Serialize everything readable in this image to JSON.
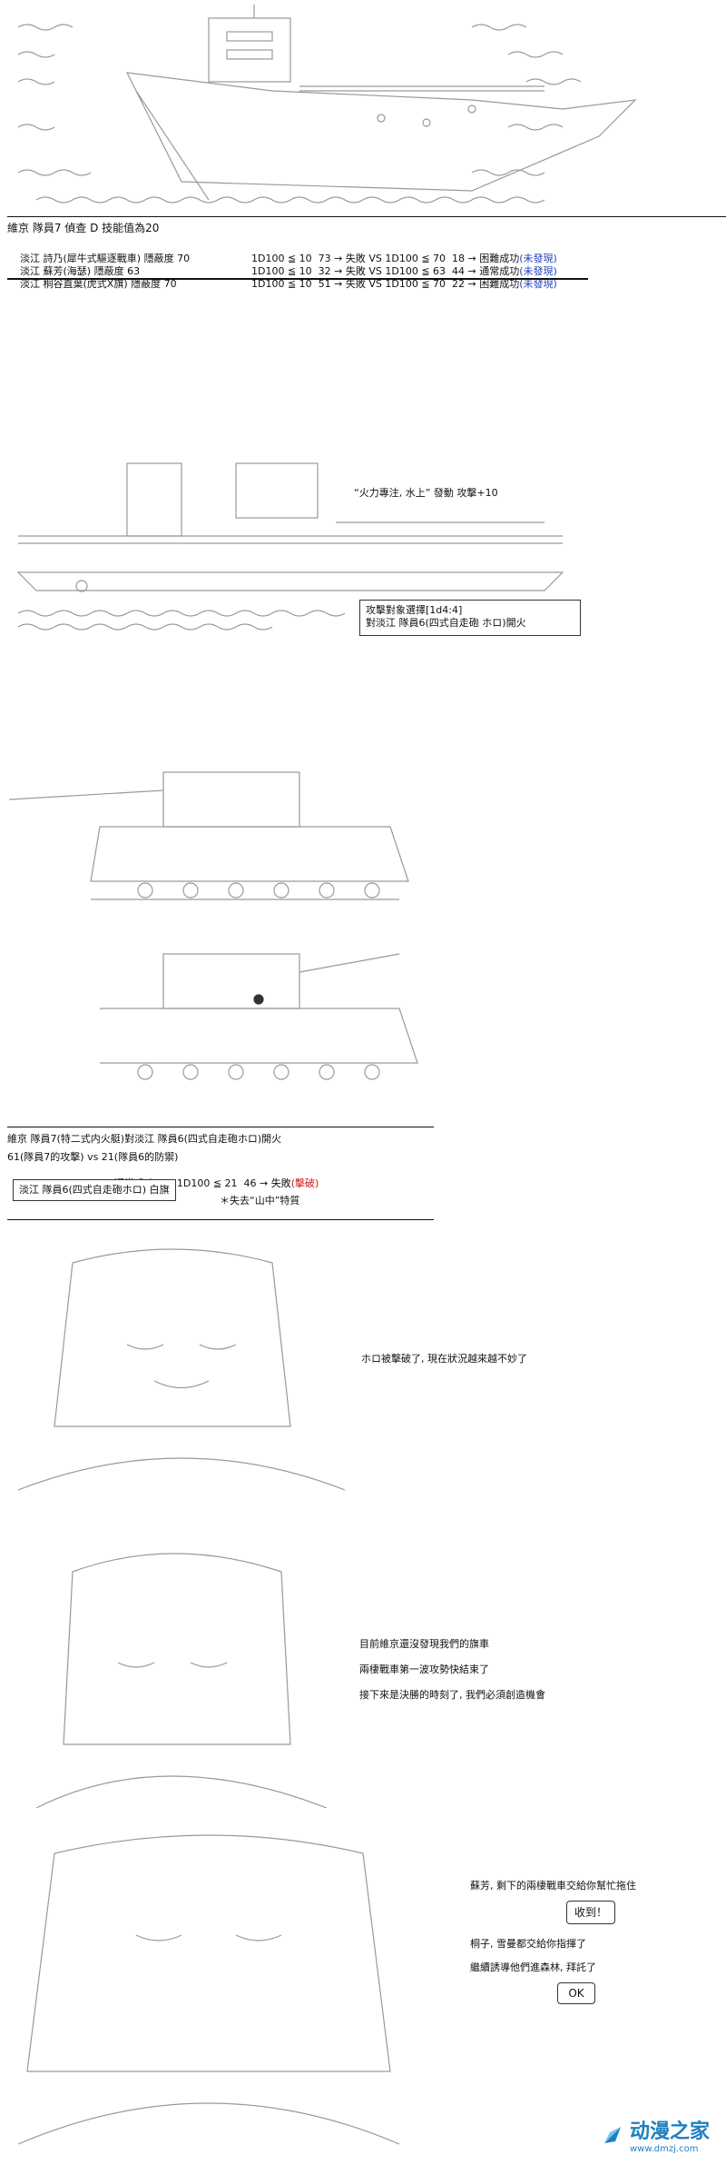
{
  "panel1": {
    "heading": "維京 隊員7 偵查 D 技能值為20",
    "rows": [
      {
        "name": "淡江 詩乃(犀牛式驅逐戰車) 隱蔽度 70",
        "roll": "1D100 ≦ 10  73 → 失敗 VS 1D100 ≦ 70  18 → 困難成功",
        "status": "(未發現)"
      },
      {
        "name": "淡江 蘇芳(海瑟) 隱蔽度 63",
        "roll": "1D100 ≦ 10  32 → 失敗 VS 1D100 ≦ 63  44 → 通常成功",
        "status": "(未發現)"
      },
      {
        "name": "淡江 桐谷直葉(虎式X旗) 隱蔽度 70",
        "roll": "1D100 ≦ 10  51 → 失敗 VS 1D100 ≦ 70  22 → 困難成功",
        "status": "(未發現)"
      }
    ]
  },
  "panel2": {
    "skill": "“火力專注, 水上” 發動 攻擊+10",
    "target_box": [
      "攻擊對象選擇[1d4:4]",
      "對淡江 隊員6(四式自走砲 ホロ)開火"
    ]
  },
  "panel4": {
    "line1": "維京 隊員7(特二式内火艇)對淡江 隊員6(四式自走砲ホロ)開火",
    "line2": "61(隊員7的攻擊) vs 21(隊員6的防禦)",
    "line3_a": "1D100 ≦ 61  58 → 通常成功  VS 1D100 ≦ 21  46 → 失敗",
    "line3_b": "(擊破)",
    "flag_box": "淡江 隊員6(四式自走砲ホロ) 白旗",
    "note": "＊失去“山中”特質"
  },
  "dialogue": {
    "d1": "ホロ被擊破了, 現在狀況越來越不妙了",
    "d2_lines": [
      "目前維京還沒發現我們的旗車",
      "兩棲戰車第一波攻勢快結束了",
      "接下來是決勝的時刻了, 我們必須創造機會"
    ],
    "d3_lines": [
      "蘇芳, 剩下的兩棲戰車交給你幫忙拖住",
      "桐子, 雪曼都交給你指揮了",
      "繼續誘導他們進森林, 拜託了"
    ],
    "reply1": "收到！",
    "reply2": "OK"
  },
  "watermark": {
    "logo": "动漫之家",
    "url": "www.dmzj.com",
    "color": "#1e7fc1"
  }
}
